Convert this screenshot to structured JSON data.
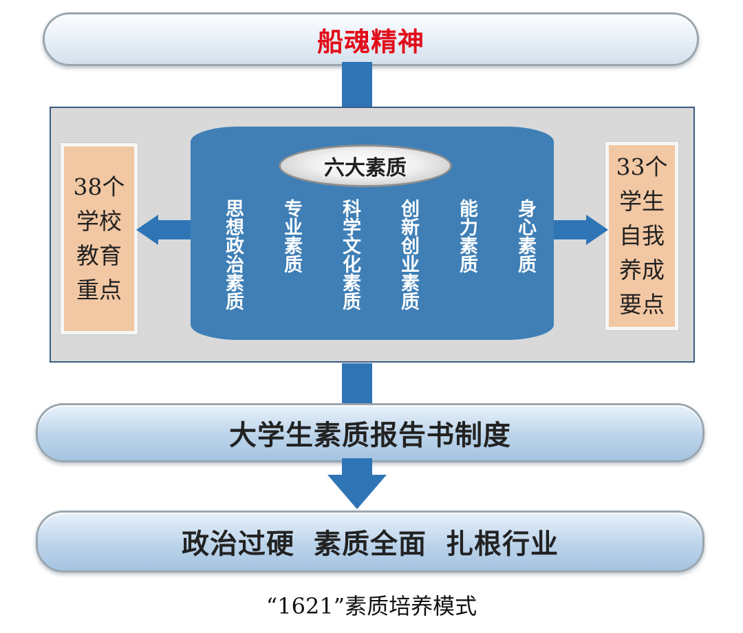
{
  "spirit": "船魂精神",
  "six_qualities": {
    "title": "六大素质",
    "items": [
      "思想政治素质",
      "专业素质",
      "科学文化素质",
      "创新创业素质",
      "能力素质",
      "身心素质"
    ]
  },
  "school_focus": {
    "line1": "38个",
    "line2": "学校",
    "line3": "教育",
    "line4": "重点"
  },
  "student_points": {
    "line1": "33个",
    "line2": "学生",
    "line3": "自我",
    "line4": "养成",
    "line5": "要点"
  },
  "report_system": "大学生素质报告书制度",
  "goals": [
    "政治过硬",
    "素质全面",
    "扎根行业"
  ],
  "caption": "“1621”素质培养模式",
  "colors": {
    "spirit_text": "#e10e1a",
    "accent_blue": "#3f7fb6",
    "side_box": "#f2c7a3"
  }
}
